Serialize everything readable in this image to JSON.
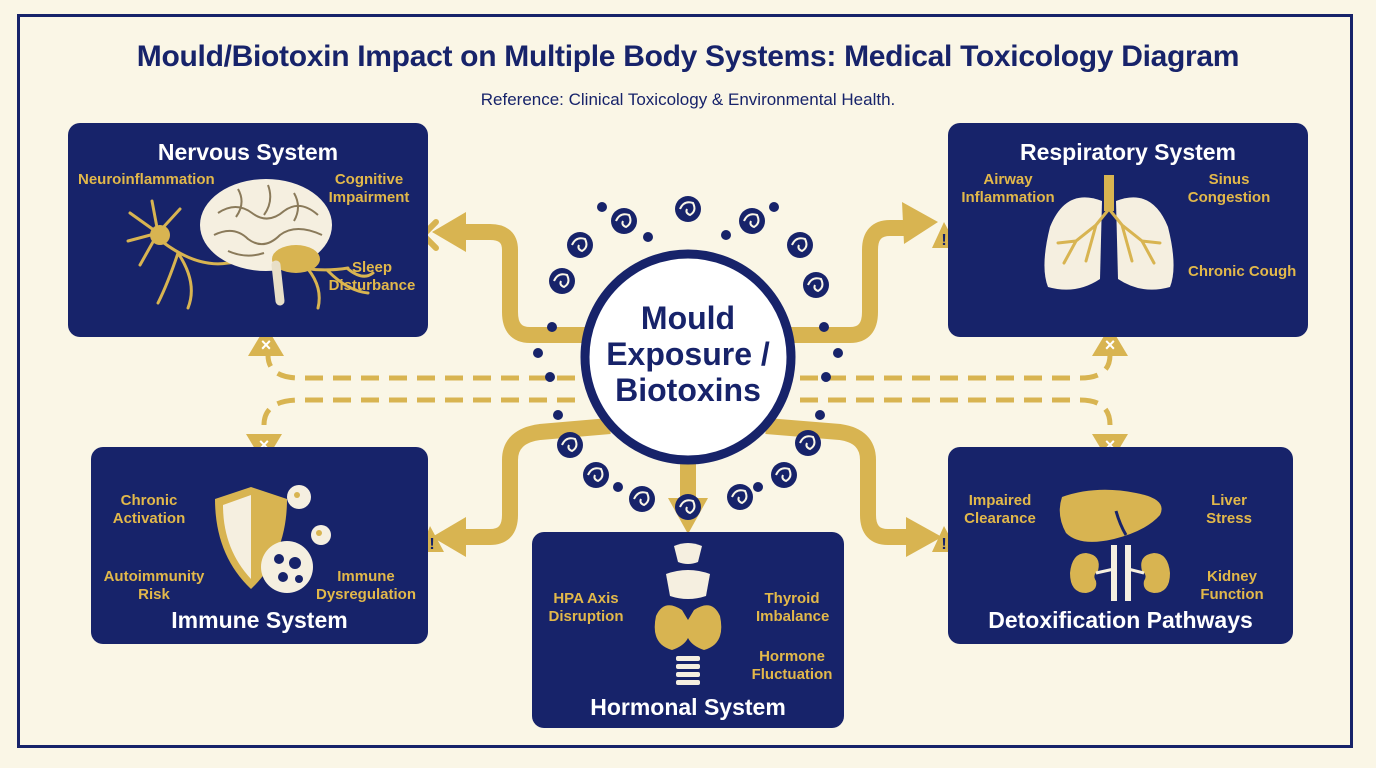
{
  "title": "Mould/Biotoxin Impact on Multiple Body Systems: Medical Toxicology Diagram",
  "subtitle": "Reference: Clinical Toxicology & Environmental Health.",
  "hub": {
    "line1": "Mould",
    "line2": "Exposure /",
    "line3": "Biotoxins"
  },
  "colors": {
    "navy": "#17236a",
    "gold": "#d8b451",
    "cream": "#faf6e6",
    "label": "#e2b84a"
  },
  "panels": {
    "nervous": {
      "title": "Nervous System",
      "labels": {
        "neuroinflammation": "Neuroinflammation",
        "cognitive1": "Cognitive",
        "cognitive2": "Impairment",
        "sleep1": "Sleep",
        "sleep2": "Disturbance"
      },
      "icon": "brain-neuron-icon"
    },
    "respiratory": {
      "title": "Respiratory System",
      "labels": {
        "airway1": "Airway",
        "airway2": "Inflammation",
        "sinus1": "Sinus",
        "sinus2": "Congestion",
        "cough": "Chronic Cough"
      },
      "icon": "lungs-icon"
    },
    "immune": {
      "title": "Immune System",
      "labels": {
        "chronic1": "Chronic",
        "chronic2": "Activation",
        "auto1": "Autoimmunity",
        "auto2": "Risk",
        "dys1": "Immune",
        "dys2": "Dysregulation"
      },
      "icon": "shield-cells-icon"
    },
    "hormonal": {
      "title": "Hormonal System",
      "labels": {
        "hpa1": "HPA Axis",
        "hpa2": "Disruption",
        "thyroid1": "Thyroid",
        "thyroid2": "Imbalance",
        "hormone1": "Hormone",
        "hormone2": "Fluctuation"
      },
      "icon": "thyroid-icon"
    },
    "detox": {
      "title": "Detoxification Pathways",
      "labels": {
        "impaired1": "Impaired",
        "impaired2": "Clearance",
        "liver1": "Liver",
        "liver2": "Stress",
        "kidney1": "Kidney",
        "kidney2": "Function"
      },
      "icon": "liver-kidney-icon"
    }
  },
  "markers": {
    "warning": "!",
    "blocked": "×"
  }
}
